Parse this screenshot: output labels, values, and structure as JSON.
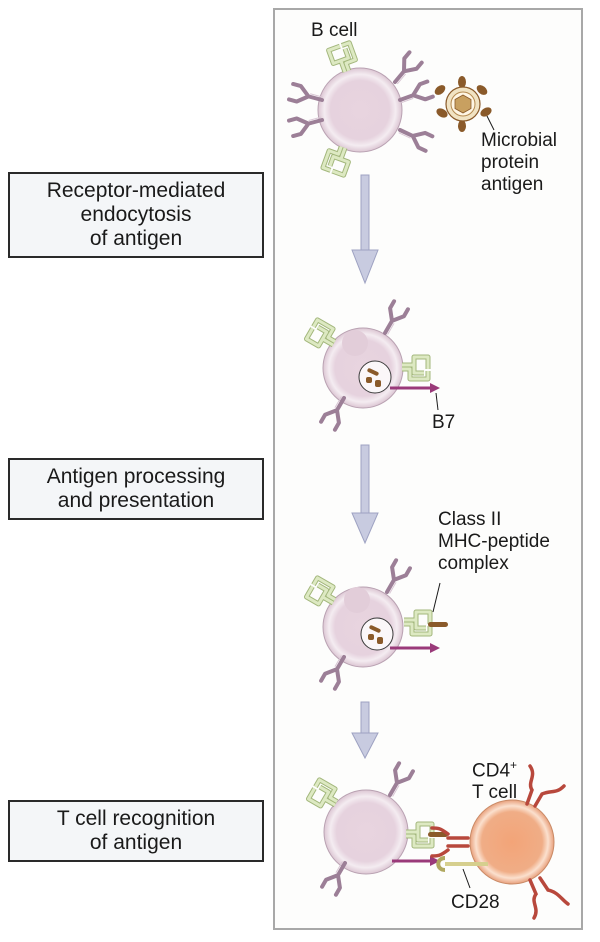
{
  "steps": [
    {
      "lines": [
        "Receptor-mediated",
        "endocytosis",
        "of antigen"
      ]
    },
    {
      "lines": [
        "Antigen processing",
        "and presentation"
      ]
    },
    {
      "lines": [
        "T cell recognition",
        "of antigen"
      ]
    }
  ],
  "labels": {
    "b_cell": "B cell",
    "microbial": [
      "Microbial",
      "protein",
      "antigen"
    ],
    "b7": "B7",
    "mhc": [
      "Class II",
      "MHC-peptide",
      "complex"
    ],
    "cd4": "CD4",
    "cd4_sup": "+",
    "t_cell": "T cell",
    "cd28": "CD28"
  },
  "colors": {
    "b_cell_fill": "#ecdde6",
    "antibody": "#9c7f97",
    "mhc": "#c9dca4",
    "antigen": "#8a5a2a",
    "b7": "#9a3a7a",
    "t_cell_fill": "#f0b28e",
    "tcr": "#b8483c",
    "arrow": "#c8cbe0"
  }
}
